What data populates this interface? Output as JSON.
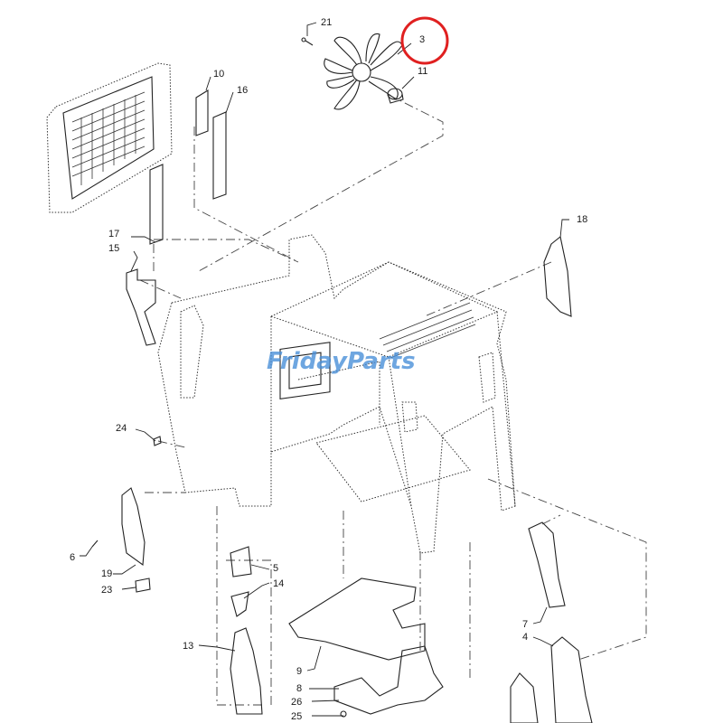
{
  "watermark": {
    "text": "FridayParts",
    "color": "#4a90d9"
  },
  "highlight": {
    "part": "3",
    "color": "#e02020"
  },
  "callouts": [
    {
      "id": "c21",
      "text": "21"
    },
    {
      "id": "c3",
      "text": "3"
    },
    {
      "id": "c11",
      "text": "11"
    },
    {
      "id": "c10",
      "text": "10"
    },
    {
      "id": "c16",
      "text": "16"
    },
    {
      "id": "c17",
      "text": "17"
    },
    {
      "id": "c15",
      "text": "15"
    },
    {
      "id": "c18",
      "text": "18"
    },
    {
      "id": "c24",
      "text": "24"
    },
    {
      "id": "c6",
      "text": "6"
    },
    {
      "id": "c19",
      "text": "19"
    },
    {
      "id": "c23",
      "text": "23"
    },
    {
      "id": "c5",
      "text": "5"
    },
    {
      "id": "c14",
      "text": "14"
    },
    {
      "id": "c13",
      "text": "13"
    },
    {
      "id": "c9",
      "text": "9"
    },
    {
      "id": "c8",
      "text": "8"
    },
    {
      "id": "c26",
      "text": "26"
    },
    {
      "id": "c25",
      "text": "25"
    },
    {
      "id": "c7",
      "text": "7"
    },
    {
      "id": "c4",
      "text": "4"
    }
  ]
}
